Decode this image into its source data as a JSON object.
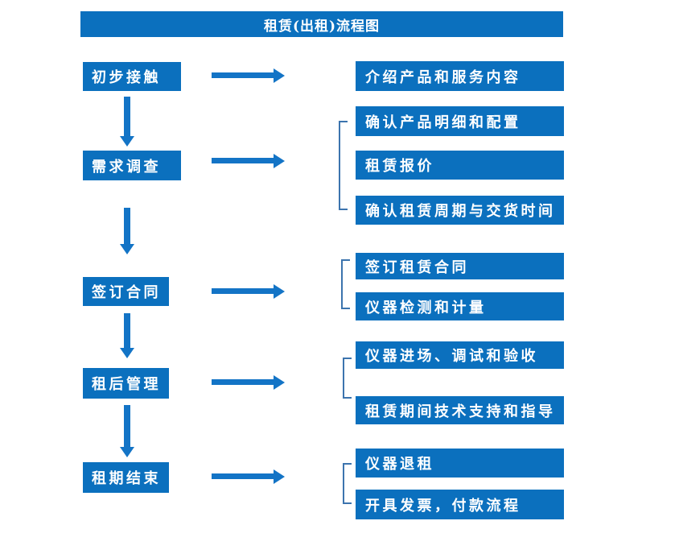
{
  "title": "租赁(出租)流程图",
  "left_steps": [
    {
      "label": "初步接触"
    },
    {
      "label": "需求调查"
    },
    {
      "label": "签订合同"
    },
    {
      "label": "租后管理"
    },
    {
      "label": "租期结束"
    }
  ],
  "right_items": [
    {
      "label": "介绍产品和服务内容"
    },
    {
      "label": "确认产品明细和配置"
    },
    {
      "label": "租赁报价"
    },
    {
      "label": "确认租赁周期与交货时间"
    },
    {
      "label": "签订租赁合同"
    },
    {
      "label": "仪器检测和计量"
    },
    {
      "label": "仪器进场、调试和验收"
    },
    {
      "label": "租赁期间技术支持和指导"
    },
    {
      "label": "仪器退租"
    },
    {
      "label": "开具发票，付款流程"
    }
  ],
  "connections": [
    {
      "from": "初步接触",
      "to": [
        "介绍产品和服务内容"
      ]
    },
    {
      "from": "需求调查",
      "to": [
        "确认产品明细和配置",
        "租赁报价",
        "确认租赁周期与交货时间"
      ]
    },
    {
      "from": "签订合同",
      "to": [
        "签订租赁合同",
        "仪器检测和计量"
      ]
    },
    {
      "from": "租后管理",
      "to": [
        "仪器进场、调试和验收",
        "租赁期间技术支持和指导"
      ]
    },
    {
      "from": "租期结束",
      "to": [
        "仪器退租",
        "开具发票，付款流程"
      ]
    }
  ],
  "colors": {
    "box_blue": "#0b70be",
    "arrow_blue": "#1374c6",
    "bracket_blue": "#3c74ae",
    "text_white": "#ffffff"
  }
}
